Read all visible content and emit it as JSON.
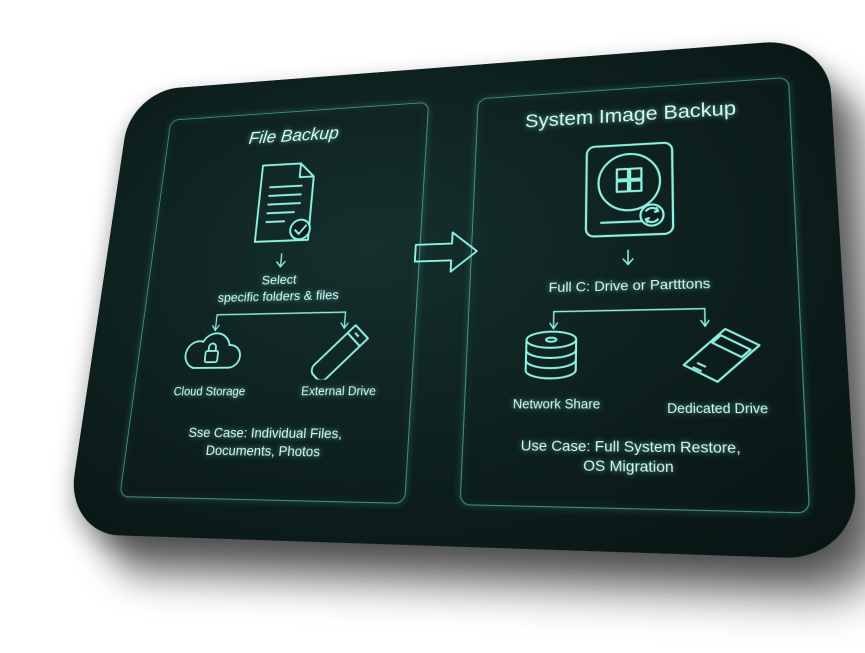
{
  "left_panel": {
    "title": "File Backup",
    "step": [
      "Select",
      "specific folders & files"
    ],
    "leaves": [
      "Cloud Storage",
      "External Drive"
    ],
    "use_case": [
      "Sse Case: Individual Files,",
      "Documents, Photos"
    ]
  },
  "right_panel": {
    "title": "System Image Backup",
    "step": "Full C: Drive or Partttons",
    "leaves": [
      "Network Share",
      "Dedicated Drive"
    ],
    "use_case": [
      "Use Case: Full System Restore,",
      "OS Migration"
    ]
  },
  "icons": {
    "left_main": "document-check-icon",
    "left_leaf_1": "cloud-lock-icon",
    "left_leaf_2": "usb-drive-icon",
    "right_main": "hard-drive-windows-icon",
    "right_leaf_1": "disk-stack-icon",
    "right_leaf_2": "ssd-drive-icon",
    "middle": "arrow-right-icon"
  },
  "colors": {
    "background": "#0d1f1d",
    "glow": "#78e6d7",
    "text": "#d8fbf5"
  }
}
